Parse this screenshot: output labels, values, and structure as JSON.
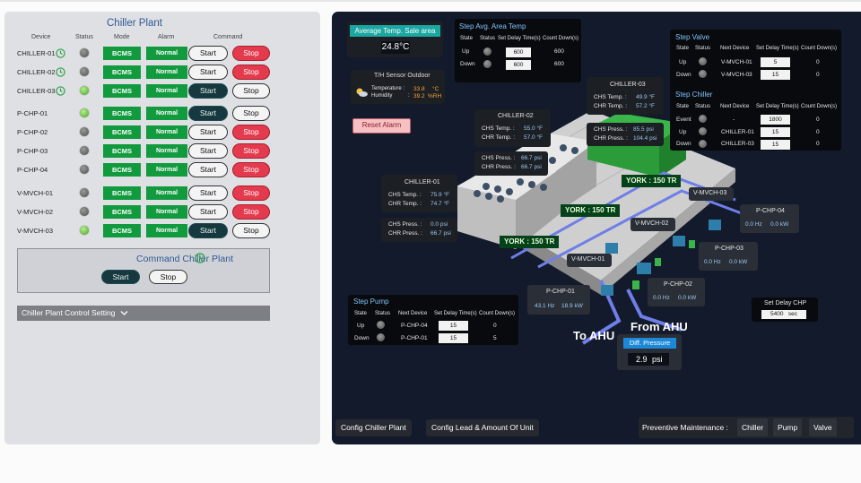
{
  "left_panel": {
    "title": "Chiller Plant",
    "headers": {
      "device": "Device",
      "status": "Status",
      "mode": "Mode",
      "alarm": "Alarm",
      "command": "Command"
    },
    "rows": [
      {
        "device": "CHILLER-01",
        "clock": true,
        "status": "off",
        "mode": "BCMS",
        "alarm": "Normal",
        "start": "Start",
        "stop": "Stop",
        "active": "stop"
      },
      {
        "device": "CHILLER-02",
        "clock": true,
        "status": "off",
        "mode": "BCMS",
        "alarm": "Normal",
        "start": "Start",
        "stop": "Stop",
        "active": "stop"
      },
      {
        "device": "CHILLER-03",
        "clock": true,
        "status": "on",
        "mode": "BCMS",
        "alarm": "Normal",
        "start": "Start",
        "stop": "Stop",
        "active": "start"
      },
      {
        "device": "P-CHP-01",
        "clock": false,
        "status": "on",
        "mode": "BCMS",
        "alarm": "Normal",
        "start": "Start",
        "stop": "Stop",
        "active": "start"
      },
      {
        "device": "P-CHP-02",
        "clock": false,
        "status": "off",
        "mode": "BCMS",
        "alarm": "Normal",
        "start": "Start",
        "stop": "Stop",
        "active": "stop"
      },
      {
        "device": "P-CHP-03",
        "clock": false,
        "status": "off",
        "mode": "BCMS",
        "alarm": "Normal",
        "start": "Start",
        "stop": "Stop",
        "active": "stop"
      },
      {
        "device": "P-CHP-04",
        "clock": false,
        "status": "off",
        "mode": "BCMS",
        "alarm": "Normal",
        "start": "Start",
        "stop": "Stop",
        "active": "stop"
      },
      {
        "device": "V-MVCH-01",
        "clock": false,
        "status": "off",
        "mode": "BCMS",
        "alarm": "Normal",
        "start": "Start",
        "stop": "Stop",
        "active": "stop"
      },
      {
        "device": "V-MVCH-02",
        "clock": false,
        "status": "off",
        "mode": "BCMS",
        "alarm": "Normal",
        "start": "Start",
        "stop": "Stop",
        "active": "stop"
      },
      {
        "device": "V-MVCH-03",
        "clock": false,
        "status": "on",
        "mode": "BCMS",
        "alarm": "Normal",
        "start": "Start",
        "stop": "Stop",
        "active": "start"
      }
    ],
    "command": {
      "title": "Command Chiller Plant",
      "start": "Start",
      "stop": "Stop"
    },
    "settings_label": "Chiller Plant Control Setting"
  },
  "avg_temp": {
    "title": "Average Temp. Sale area",
    "value": "24.8°C"
  },
  "th_sensor": {
    "title": "T/H Sensor Outdoor",
    "temp_label": "Temperature :",
    "temp_value": "33.8",
    "temp_unit": "°C",
    "hum_label": "Humidity",
    "hum_sep": ":",
    "hum_value": "39.2",
    "hum_unit": "%RH"
  },
  "reset_alarm": "Reset Alarm",
  "step_area": {
    "title": "Step Avg. Area Temp",
    "headers": [
      "State",
      "Status",
      "Set Delay Time(s)",
      "Count Down(s)"
    ],
    "rows": [
      {
        "state": "Up",
        "delay": "600",
        "count": "600"
      },
      {
        "state": "Down",
        "delay": "600",
        "count": "600"
      }
    ]
  },
  "step_valve": {
    "title": "Step Valve",
    "headers": [
      "State",
      "Status",
      "Next Device",
      "Set Delay Time(s)",
      "Count Down(s)"
    ],
    "rows": [
      {
        "state": "Up",
        "next": "V-MVCH-01",
        "delay": "5",
        "count": "0"
      },
      {
        "state": "Down",
        "next": "V-MVCH-03",
        "delay": "15",
        "count": "0"
      }
    ]
  },
  "step_chiller": {
    "title": "Step Chiller",
    "headers": [
      "State",
      "Status",
      "Next Device",
      "Set Delay Time(s)",
      "Count Down(s)"
    ],
    "rows": [
      {
        "state": "Event",
        "next": "-",
        "delay": "1800",
        "count": "0"
      },
      {
        "state": "Up",
        "next": "CHILLER-01",
        "delay": "15",
        "count": "0"
      },
      {
        "state": "Down",
        "next": "CHILLER-03",
        "delay": "15",
        "count": "0"
      }
    ]
  },
  "step_pump": {
    "title": "Step Pump",
    "headers": [
      "State",
      "Status",
      "Next Device",
      "Set Delay Time(s)",
      "Count Down(s)"
    ],
    "rows": [
      {
        "state": "Up",
        "next": "P-CHP-04",
        "delay": "15",
        "count": "0"
      },
      {
        "state": "Down",
        "next": "P-CHP-01",
        "delay": "15",
        "count": "5"
      }
    ]
  },
  "chillers": [
    {
      "name": "CHILLER-01",
      "chs_t": "75.9 °F",
      "chr_t": "74.7 °F",
      "chs_p": "0.0 psi",
      "chr_p": "66.7 psi"
    },
    {
      "name": "CHILLER-02",
      "chs_t": "55.0 °F",
      "chr_t": "57.0 °F",
      "chs_p": "66.7 psi",
      "chr_p": "66.7 psi"
    },
    {
      "name": "CHILLER-03",
      "chs_t": "49.9 °F",
      "chr_t": "57.2 °F",
      "chs_p": "85.5 psi",
      "chr_p": "104.4 psi"
    }
  ],
  "labels": {
    "chs_temp": "CHS Temp. :",
    "chr_temp": "CHR Temp. :",
    "chs_press": "CHS Press. :",
    "chr_press": "CHR Press. :"
  },
  "york": [
    "YORK : 150 TR",
    "YORK : 150 TR",
    "YORK : 150 TR"
  ],
  "valves": [
    "V-MVCH-01",
    "V-MVCH-02",
    "V-MVCH-03"
  ],
  "pumps": [
    {
      "name": "P-CHP-01",
      "hz": "43.1 Hz",
      "kw": "18.9 kW"
    },
    {
      "name": "P-CHP-02",
      "hz": "0.0 Hz",
      "kw": "0.0 kW"
    },
    {
      "name": "P-CHP-03",
      "hz": "0.0 Hz",
      "kw": "0.0 kW"
    },
    {
      "name": "P-CHP-04",
      "hz": "0.0 Hz",
      "kw": "0.0 kW"
    }
  ],
  "to_ahu": "To AHU",
  "from_ahu": "From AHU",
  "diff_pressure": {
    "title": "Diff. Pressure",
    "value": "2.9",
    "unit": "psi"
  },
  "set_delay_chp": {
    "title": "Set Delay CHP",
    "value": "5400",
    "unit": "sec"
  },
  "bottom": {
    "config_plant": "Config Chiller Plant",
    "config_lead": "Config Lead & Amount Of Unit",
    "pm_label": "Preventive Maintenance :",
    "pm_chiller": "Chiller",
    "pm_pump": "Pump",
    "pm_valve": "Valve"
  }
}
